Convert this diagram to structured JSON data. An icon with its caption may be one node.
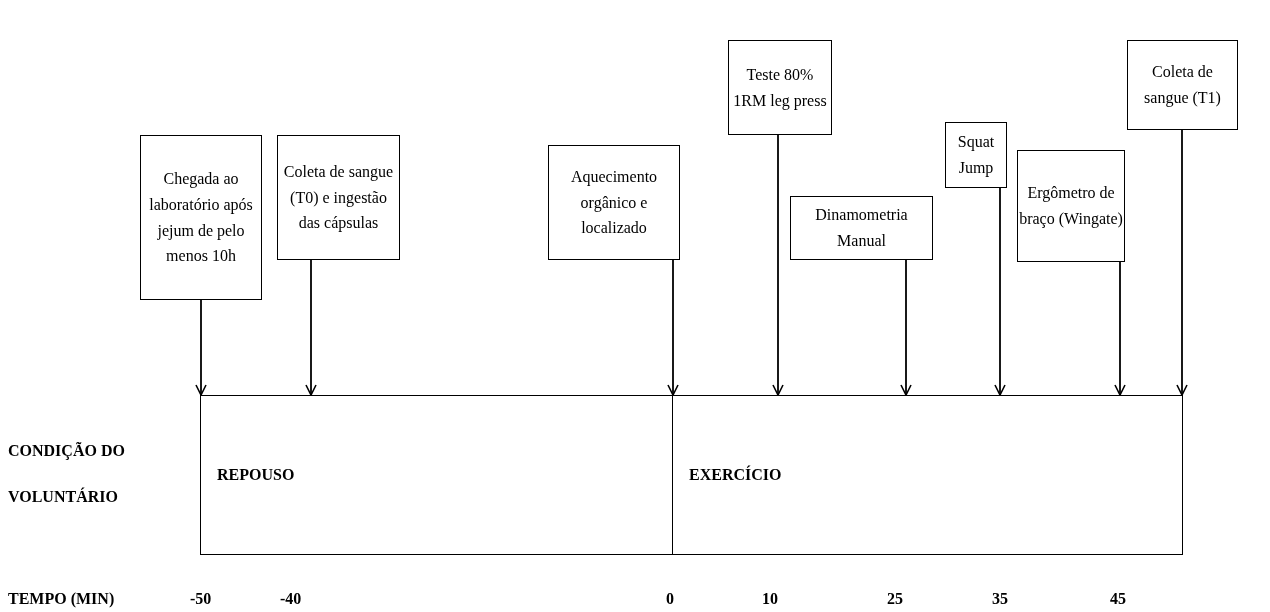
{
  "diagram": {
    "nodes": [
      {
        "text": [
          "Chegada ao laboratório após jejum de pelo menos 10h"
        ]
      },
      {
        "text": [
          "Coleta de sangue (T0) e ingestão das cápsulas"
        ]
      },
      {
        "text": [
          "Aquecimento orgânico e localizado"
        ]
      },
      {
        "text": [
          "Teste 80% 1RM leg press"
        ]
      },
      {
        "text": [
          "Dinamometria Manual"
        ]
      },
      {
        "text": [
          "Squat Jump"
        ]
      },
      {
        "text": [
          "Ergômetro de braço (Wingate)"
        ]
      },
      {
        "text": [
          "Coleta de sangue (T1)"
        ]
      },
      {
        "text": [
          "REPOUSO"
        ]
      },
      {
        "text": [
          "EXERCÍCIO"
        ]
      }
    ],
    "edges": [
      {
        "from": 0,
        "to": 8,
        "arrow": "to"
      },
      {
        "from": 1,
        "to": 8,
        "arrow": "to"
      },
      {
        "from": 2,
        "to": 9,
        "arrow": "to"
      },
      {
        "from": 3,
        "to": 9,
        "arrow": "to"
      },
      {
        "from": 4,
        "to": 9,
        "arrow": "to"
      },
      {
        "from": 5,
        "to": 9,
        "arrow": "to"
      },
      {
        "from": 6,
        "to": 9,
        "arrow": "to"
      },
      {
        "from": 7,
        "to": 9,
        "arrow": "to"
      }
    ],
    "labels": [
      "CONDIÇÃO DO VOLUNTÁRIO",
      "TEMPO (MIN)",
      "-50",
      "-40",
      "0",
      "10",
      "25",
      "35",
      "45"
    ]
  }
}
